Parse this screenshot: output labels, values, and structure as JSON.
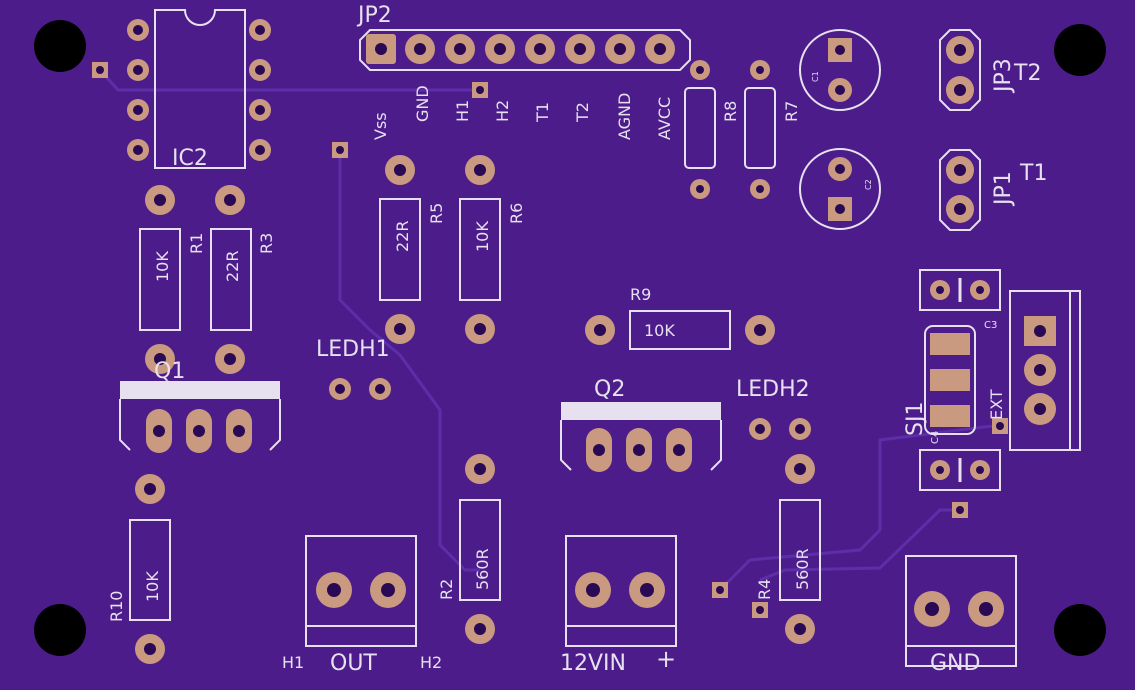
{
  "colors": {
    "board": "#4c1d8a",
    "trace": "#5a2aa0",
    "silk": "#e6e0ef",
    "pad": "#c99a80",
    "hole": "#2b0a55"
  },
  "labels": {
    "ic2": "IC2",
    "jp2": "JP2",
    "jp3": "JP3",
    "jp1": "JP1",
    "t2": "T2",
    "t1": "T1",
    "q1": "Q1",
    "q2": "Q2",
    "ledh1": "LEDH1",
    "ledh2": "LEDH2",
    "sj1": "SJ1",
    "c1": "C1",
    "c2": "C2",
    "c3": "C3",
    "c4": "C4",
    "ext": "EXT",
    "r1": "R1",
    "r2": "R2",
    "r3": "R3",
    "r4": "R4",
    "r5": "R5",
    "r6": "R6",
    "r7": "R7",
    "r8": "R8",
    "r9": "R9",
    "r10": "R10",
    "out": "OUT",
    "h1_left": "H1",
    "h2_right": "H2",
    "vin": "12VIN",
    "plus": "+",
    "gnd": "GND"
  },
  "jp2_pins": [
    "Vss",
    "GND",
    "H1",
    "H2",
    "T1",
    "T2",
    "AGND",
    "AVCC"
  ],
  "resistor_values": {
    "r1": "10K",
    "r3": "22R",
    "r5": "22R",
    "r6": "10K",
    "r9": "10K",
    "r10": "10K",
    "r2": "560R",
    "r4": "560R"
  }
}
